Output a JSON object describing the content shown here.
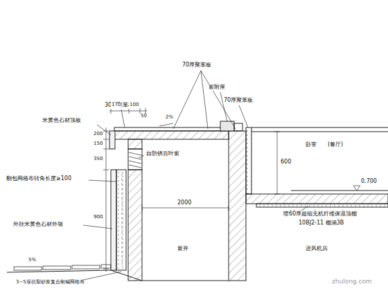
{
  "diagram": {
    "labels": [
      "30厚聚苯板",
      "70厚聚苯板",
      "窗附座",
      "70厚聚苯板",
      "米黄色石材顶板",
      "170",
      "100",
      "50",
      "200",
      "150",
      "350",
      "900",
      "2%",
      "600",
      "卧室",
      "(餐厅)",
      "0.700",
      "自防锈百叶窗",
      "翻包网格布转角长度≥100",
      "外挂米黄色石材外墙",
      "2000",
      "喷60厚超细无机纤维保温顶棚",
      "10BJ2-11  棚涵3B",
      "窗井",
      "进风机房",
      "5%",
      "3~5厚抗裂砂浆复合耐碱网格布",
      "zhulong.com"
    ]
  }
}
